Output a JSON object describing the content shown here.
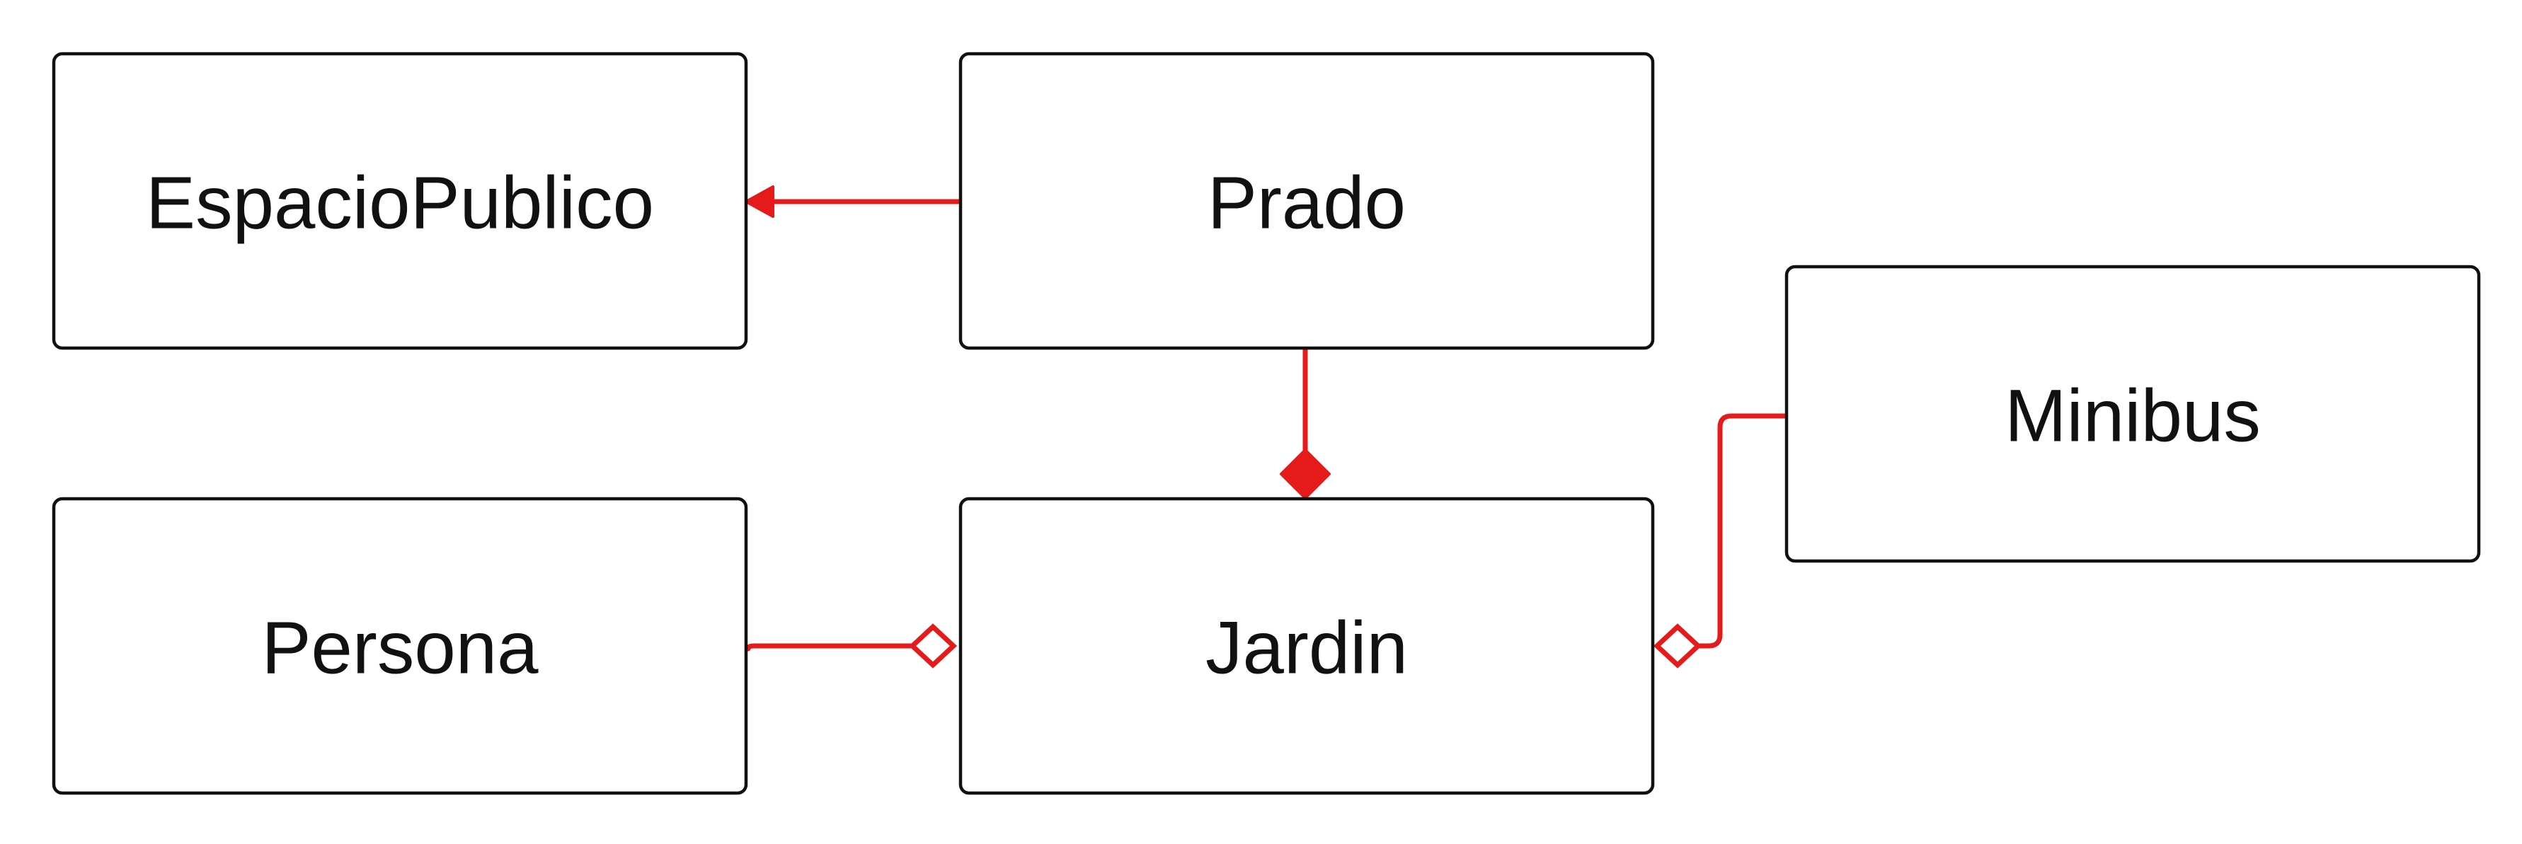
{
  "diagram": {
    "type": "uml-class",
    "accent_color": "#e51b1b",
    "box_border_color": "#111111",
    "background_color": "#ffffff",
    "nodes": [
      {
        "id": "espaciopublico",
        "label": "EspacioPublico"
      },
      {
        "id": "prado",
        "label": "Prado"
      },
      {
        "id": "minibus",
        "label": "Minibus"
      },
      {
        "id": "persona",
        "label": "Persona"
      },
      {
        "id": "jardin",
        "label": "Jardin"
      }
    ],
    "edges": [
      {
        "from": "prado",
        "to": "espaciopublico",
        "relation": "inheritance",
        "marker": "arrow-head"
      },
      {
        "from": "prado",
        "to": "jardin",
        "relation": "composition",
        "marker": "filled-diamond"
      },
      {
        "from": "persona",
        "to": "jardin",
        "relation": "aggregation",
        "marker": "hollow-diamond"
      },
      {
        "from": "minibus",
        "to": "jardin",
        "relation": "aggregation",
        "marker": "hollow-diamond"
      }
    ]
  }
}
